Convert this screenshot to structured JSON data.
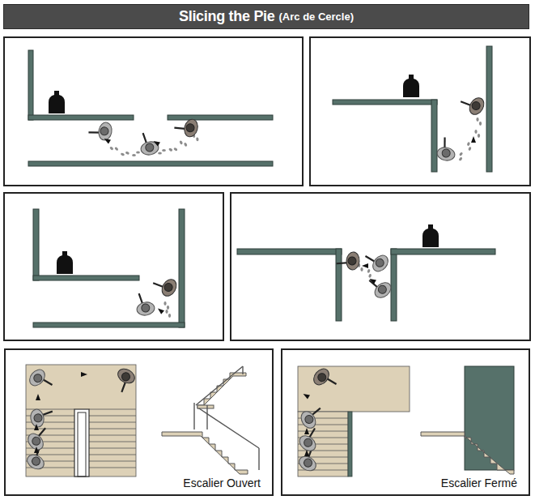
{
  "diagram": {
    "title": "Slicing the Pie",
    "nodes": [
      {
        "text": [
          "Escalier Ouvert"
        ]
      },
      {
        "text": [
          "Escalier Fermé"
        ]
      }
    ],
    "labels": [
      "(Arc de Cercle)"
    ]
  }
}
